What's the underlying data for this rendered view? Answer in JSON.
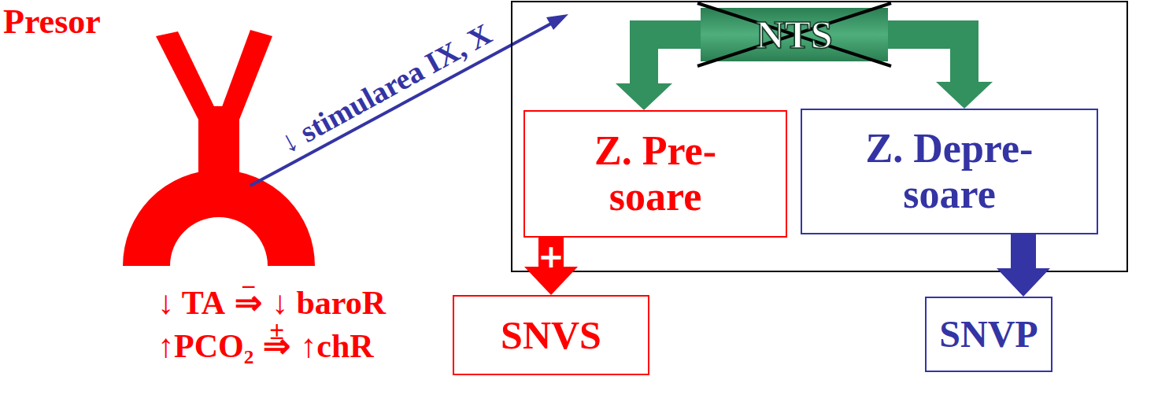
{
  "diagram": {
    "nodes": [
      {
        "text": [
          "NTS"
        ]
      },
      {
        "text": [
          "Z. Pre- soare"
        ]
      },
      {
        "text": [
          "Z. Depre- soare"
        ]
      },
      {
        "text": [
          "SNVS"
        ]
      },
      {
        "text": [
          "SNVP"
        ]
      }
    ],
    "edges": [
      {
        "from": 0,
        "to": 1,
        "arrow": "to"
      },
      {
        "from": 0,
        "to": 2,
        "arrow": "to"
      },
      {
        "from": 1,
        "to": 3,
        "arrow": "to",
        "label": "+"
      },
      {
        "from": 2,
        "to": 4,
        "arrow": "to"
      }
    ],
    "labels": [
      "Presor",
      "↓ stimularea IX, X",
      "↓ TA",
      "−",
      "⇒",
      "↓ baroR",
      "↑PCO₂",
      "±",
      "⇒",
      "↑chR"
    ]
  }
}
